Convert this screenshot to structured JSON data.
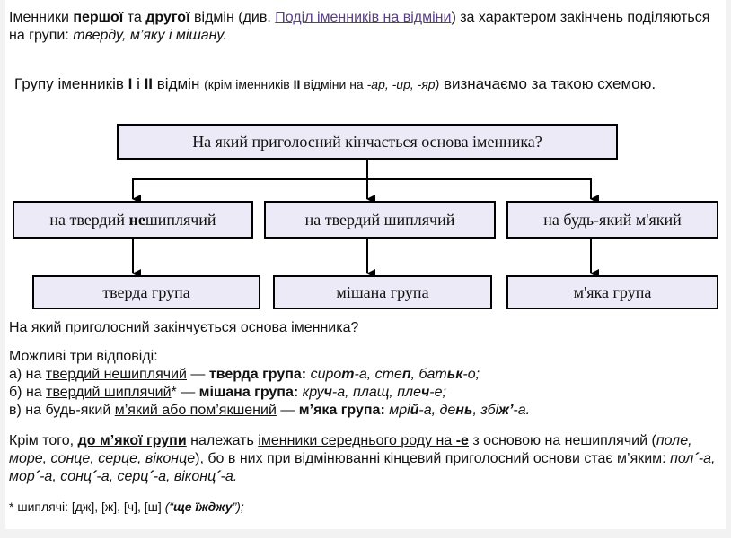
{
  "intro": {
    "p1": "Іменники ",
    "b1": "першої",
    "p2": " та ",
    "b2": "другої",
    "p3": " відмін (див. ",
    "link": "Поділ іменників на відміни",
    "p4": ") за характером закінчень поділяються на групи: ",
    "groups": "тверду, м’яку і мішану."
  },
  "scheme": {
    "p1": "Групу іменників ",
    "b1": "I",
    "p2": " і ",
    "b2": "II",
    "p3": " відмін ",
    "s1": "(крім іменників ",
    "sb": "II",
    "s2": " відміни на ",
    "si": "-ар, -ир, -яр)",
    "p4": " визначаємо за такою схемою."
  },
  "diagram": {
    "question": "На який приголосний кінчається основа іменника?",
    "case1_pre": "на твердий ",
    "case1_bold": "не",
    "case1_post": "шиплячий",
    "case2": "на твердий шиплячий",
    "case3": "на будь-який м'який",
    "result1": "тверда група",
    "result2": "мішана група",
    "result3": "м'яка група"
  },
  "question": "На який приголосний закінчується основа іменника?",
  "answers": {
    "intro": "Можливі три відповіді:",
    "a": {
      "pre": "а) на ",
      "u": "твердий нешиплячий",
      "dash": " — ",
      "group": "тверда група:",
      "e1": "сиро",
      "e1b": "т",
      "e1r": "-а, сте",
      "e2b": "п",
      "e2r": ", бат",
      "e3": "ьк",
      "e3r": "-о;"
    },
    "b": {
      "pre": "б) на ",
      "u": "твердий шиплячий",
      "star": "* — ",
      "group": "мішана група:",
      "e1": "кру",
      "e1b": "ч",
      "e1r": "-а, плащ, пле",
      "e2b": "ч",
      "e2r": "-е;"
    },
    "c": {
      "pre": "в) на будь-який ",
      "u": "м’який або пом’якшений",
      "dash": " — ",
      "group": "м’яка група:",
      "e1": "мрі",
      "e1b": "й",
      "e1r": "-а, де",
      "e2b": "нь",
      "e2r": ", збі",
      "e3b": "ж’",
      "e3r": "-а."
    }
  },
  "extra": {
    "p1": "Крім того, ",
    "b1": "до м’якої групи",
    "p2": " належать ",
    "u1": "іменники середнього роду на ",
    "ub": "-е",
    "p3": " з основою на нешиплячий (",
    "i1": "поле, море, сонце, серце, віконце",
    "p4": "), бо в них при відмінюванні кінцевий приголосний основи стає м’яким: ",
    "e1": "пол",
    "e1b": "ˊ",
    "e1r": "-а, мор",
    "e2b": "ˊ",
    "e2r": "-а, сонц",
    "e3b": "ˊ",
    "e3r": "-а, серц",
    "e4b": "ˊ",
    "e4r": "-а, віконц",
    "e5b": "ˊ",
    "e5r": "-а."
  },
  "footnote": {
    "pre": "* шиплячі: [дж], [ж], [ч], [ш] ",
    "quote_open": "(“",
    "quote": "ще їжджу",
    "quote_close": "”);"
  }
}
